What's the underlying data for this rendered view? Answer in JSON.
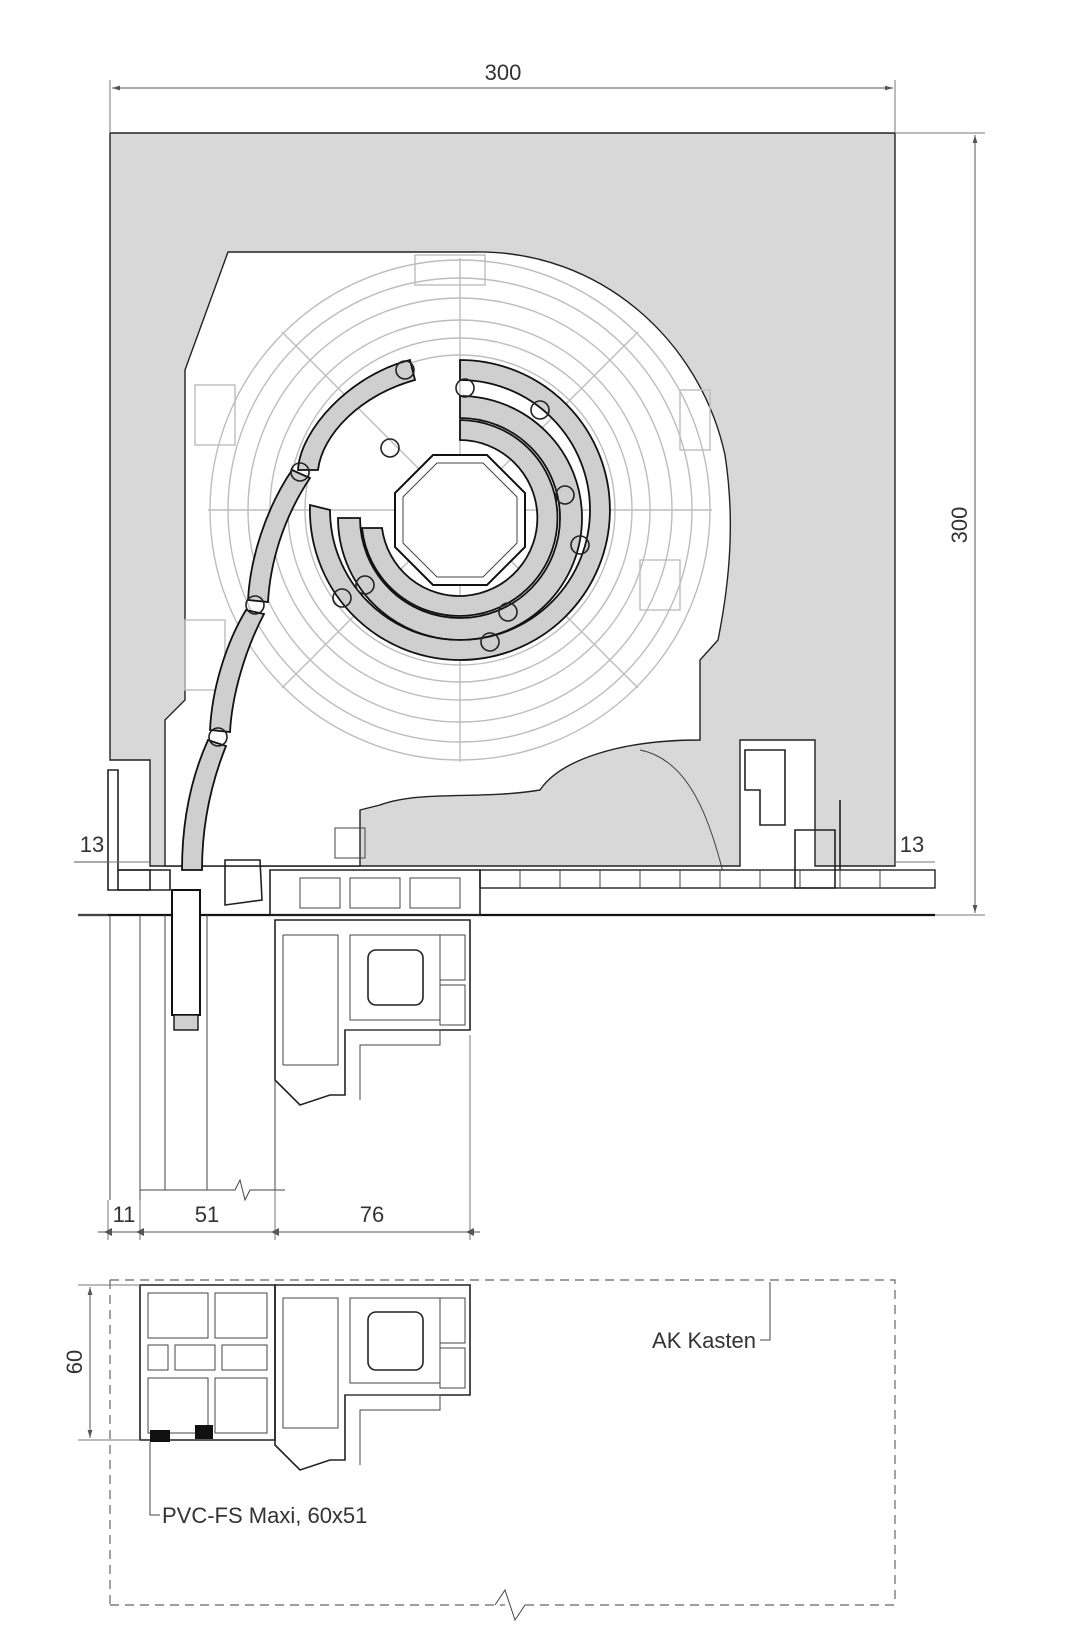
{
  "colors": {
    "box_fill": "#d8d8d8",
    "slat_fill": "#cfcfcf",
    "line": "#222222",
    "dimension": "#555555",
    "background": "#ffffff"
  },
  "dimensions": {
    "top_width": "300",
    "right_height": "300",
    "left_side": "13",
    "right_side": "13",
    "bottom_a": "11",
    "bottom_b": "51",
    "bottom_c": "76",
    "section_height": "60"
  },
  "labels": {
    "box_label": "AK Kasten",
    "profile_label": "PVC-FS Maxi, 60x51"
  },
  "icons": {
    "dimension_arrow": "arrow-head-icon",
    "break_mark": "break-line-icon"
  }
}
